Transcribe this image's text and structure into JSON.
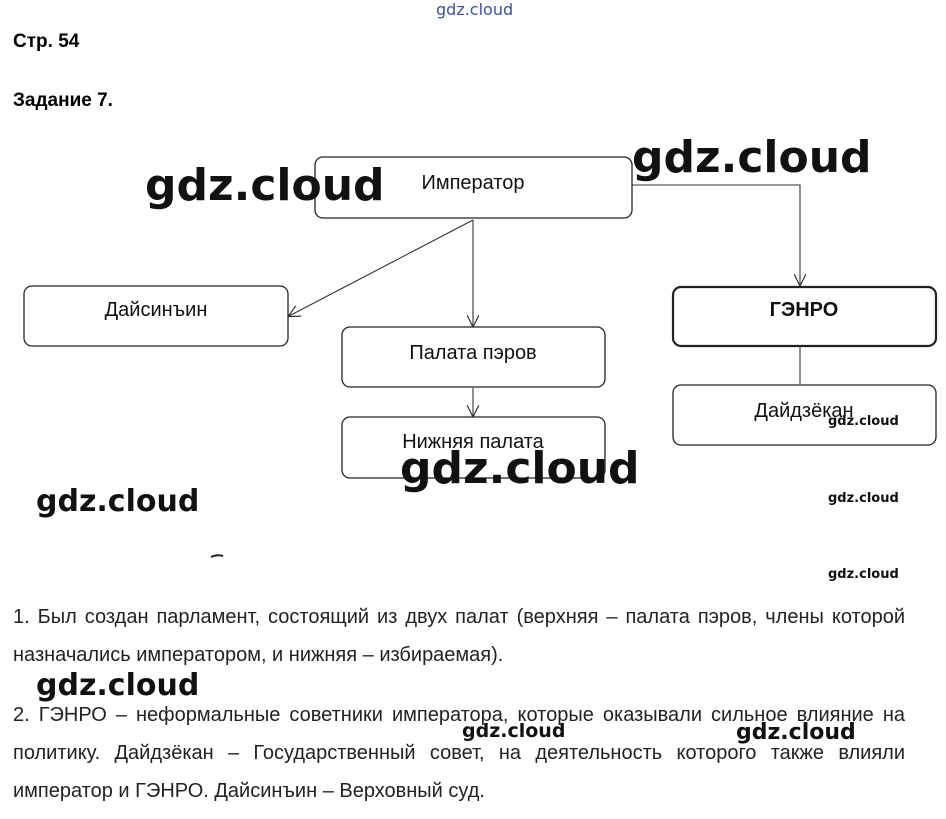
{
  "header": {
    "page": "Стр. 54",
    "task": "Задание 7."
  },
  "diagram": {
    "nodes": {
      "emperor": "Император",
      "daishinin": "Дайсинъин",
      "peers": "Палата пэров",
      "lower": "Нижняя палата",
      "genro": "ГЭНРО",
      "daijokan": "Дайдзёкан"
    }
  },
  "answer": {
    "p1": "1. Был создан парламент, состоящий из двух палат (верхняя – палата пэров, члены которой назначались императором, и нижняя – избираемая).",
    "p2": "2. ГЭНРО – неформальные советники императора, которые оказывали сильное влияние на политику. Дайдзёкан – Государственный совет, на деятельность которого также влияли император и ГЭНРО. Дайсинъин – Верховный суд."
  },
  "watermark": "gdz.cloud"
}
